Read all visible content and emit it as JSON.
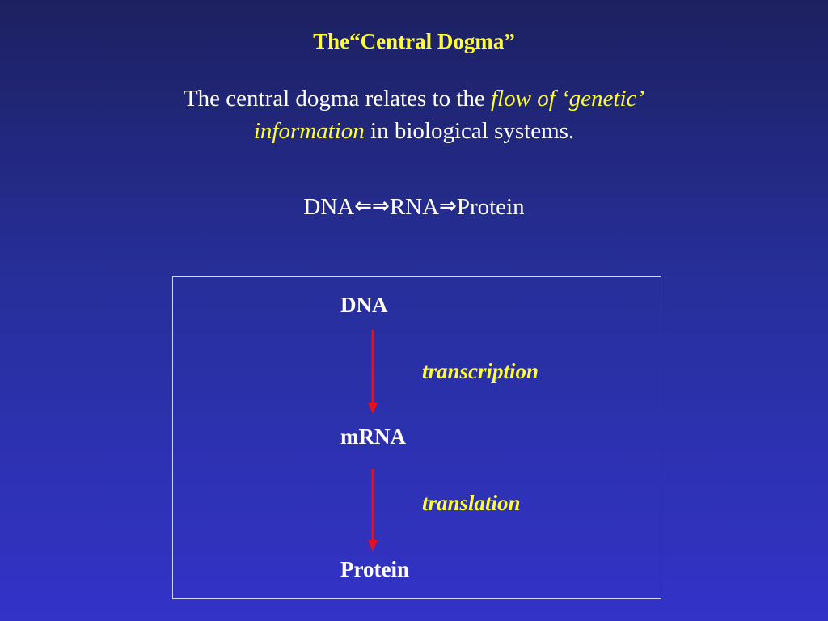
{
  "slide": {
    "title": "The“Central Dogma”",
    "intro": {
      "part1": "The central dogma relates to the ",
      "emphasis_line1": "flow of ‘genetic’",
      "emphasis_line2": "information",
      "part2": " in biological systems."
    },
    "flow": {
      "dna": "DNA",
      "arrow_left": "⇐",
      "arrow_right": "⇒",
      "rna": "RNA",
      "arrow_right2": "⇒",
      "protein": "Protein"
    },
    "diagram": {
      "nodes": [
        "DNA",
        "mRNA",
        "Protein"
      ],
      "processes": [
        "transcription",
        "translation"
      ],
      "arrow_color": "#e8101c",
      "process_color": "#ffff33"
    }
  }
}
